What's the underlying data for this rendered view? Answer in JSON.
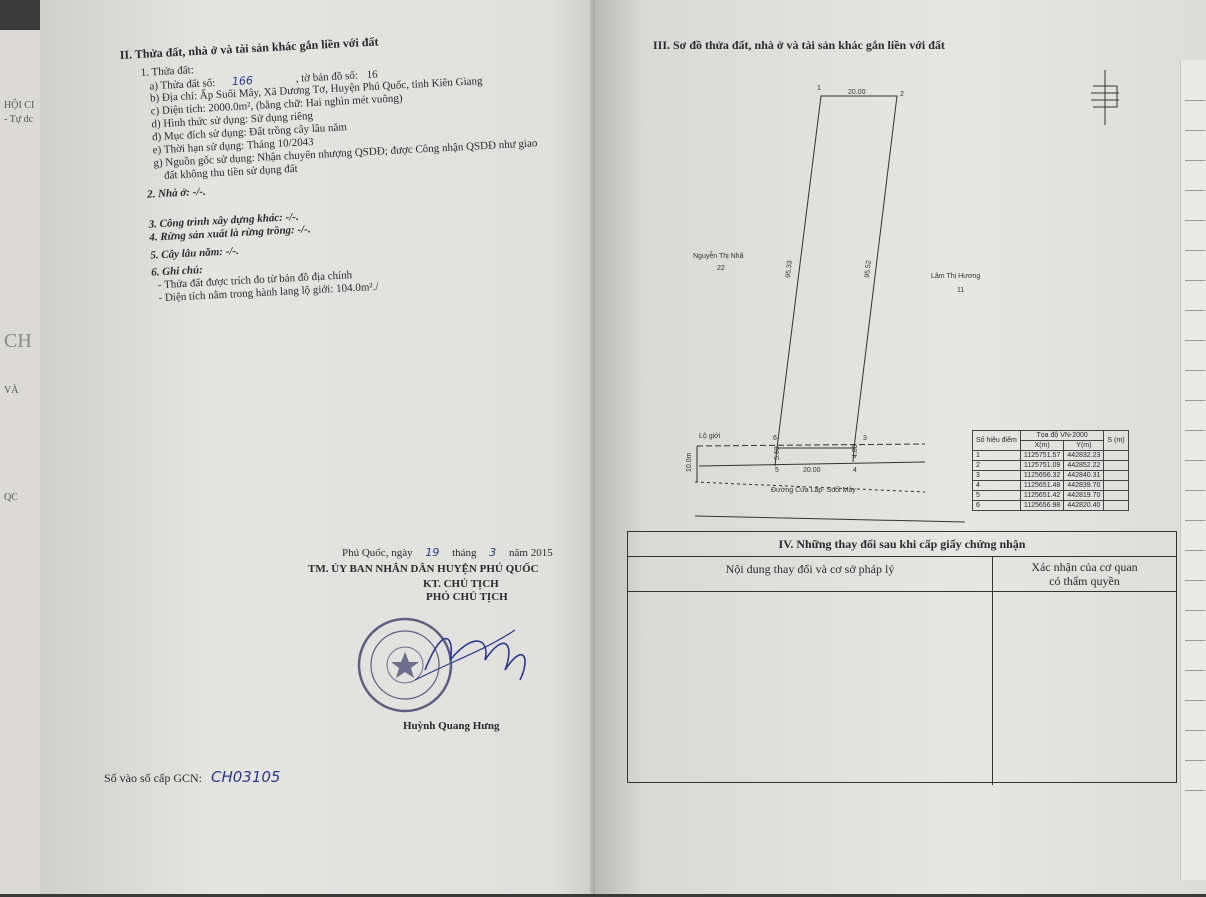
{
  "left": {
    "section2_title": "II. Thửa đất, nhà ở và tài sản khác gắn liền với đất",
    "parcel_heading": "1. Thửa đất:",
    "parcel_a_label": "a) Thửa đất số:",
    "parcel_no": "166",
    "map_sheet_label": ", tờ bản đồ số:",
    "map_sheet_no": "16",
    "address": "b) Địa chỉ: Ấp Suối Mây, Xã Dương Tơ, Huyện Phú Quốc, tỉnh Kiên Giang",
    "area": "c) Diện tích:        2000.0m², (bằng chữ: Hai nghìn mét vuông)",
    "use_form": "d) Hình thức sử dụng:  Sử dụng riêng",
    "purpose": "đ) Mục đích sử dụng:  Đất trồng cây lâu năm",
    "term": "e) Thời hạn sử dụng:  Tháng 10/2043",
    "origin_1": "g) Nguồn gốc sử dụng:  Nhận chuyển nhượng QSDĐ; được Công nhận QSDĐ như giao",
    "origin_2": "đất không thu tiền sử dụng đất",
    "house": "2. Nhà ở: -/-.",
    "construction": "3. Công trình xây dựng khác: -/-.",
    "forest": "4. Rừng sản xuất là rừng trồng: -/-.",
    "trees": "5. Cây lâu năm: -/-.",
    "notes_title": "6. Ghi chú:",
    "note_1": "- Thửa đất được trích đo từ bản đồ địa chính",
    "note_2": "- Diện tích nằm trong hành lang lộ giới: 104.0m²./",
    "date_prefix": "Phú Quốc, ngày",
    "date_day": "19",
    "date_month_label": "tháng",
    "date_month": "3",
    "date_year": "năm 2015",
    "authority": "TM. ỦY BAN NHÂN DÂN HUYỆN PHÚ QUỐC",
    "role_kt": "KT. CHỦ TỊCH",
    "role": "PHÓ CHỦ TỊCH",
    "signer": "Huỳnh Quang Hưng",
    "register_label": "Số vào sổ cấp GCN:",
    "register_no": "CH03105"
  },
  "right": {
    "section3_title": "III. Sơ đồ thửa đất, nhà ở và tài sản khác gắn liền với đất",
    "neighbor_left_name": "Nguyễn Thị Nhã",
    "neighbor_left_no": "22",
    "neighbor_right_name": "Lâm Thị Hương",
    "neighbor_right_no": "11",
    "road_boundary": "Lộ giới",
    "road_name": "Đường Cửa Lấp- Suối Mây",
    "width_top": "20.00",
    "width_bottom": "20.00",
    "side_left": "95.33",
    "side_right": "95.52",
    "seg_left": "5.60",
    "seg_right": "4.88",
    "road_width": "10.0m",
    "pt1": "1",
    "pt2": "2",
    "pt3": "3",
    "pt4": "4",
    "pt5": "5",
    "pt6": "6",
    "coord_table": {
      "h_point": "Số hiệu điểm",
      "h_coord": "Tọa độ VN-2000",
      "h_x": "X(m)",
      "h_y": "Y(m)",
      "h_s": "S (m)",
      "rows": [
        [
          "1",
          "1125751.57",
          "442832.23"
        ],
        [
          "2",
          "1125751.09",
          "442852.22"
        ],
        [
          "3",
          "1125656.32",
          "442840.31"
        ],
        [
          "4",
          "1125651.48",
          "442839.70"
        ],
        [
          "5",
          "1125651.42",
          "442819.70"
        ],
        [
          "6",
          "1125656.98",
          "442820.40"
        ]
      ]
    },
    "section4_title": "IV. Những thay đổi sau khi cấp giấy chứng nhận",
    "col_content": "Nội dung thay đổi và cơ sở pháp lý",
    "col_confirm_1": "Xác nhận của cơ quan",
    "col_confirm_2": "có thẩm quyền"
  },
  "underpage": [
    "HỘI CI",
    "- Tự dc",
    "CH",
    "VÀ",
    "QC"
  ]
}
